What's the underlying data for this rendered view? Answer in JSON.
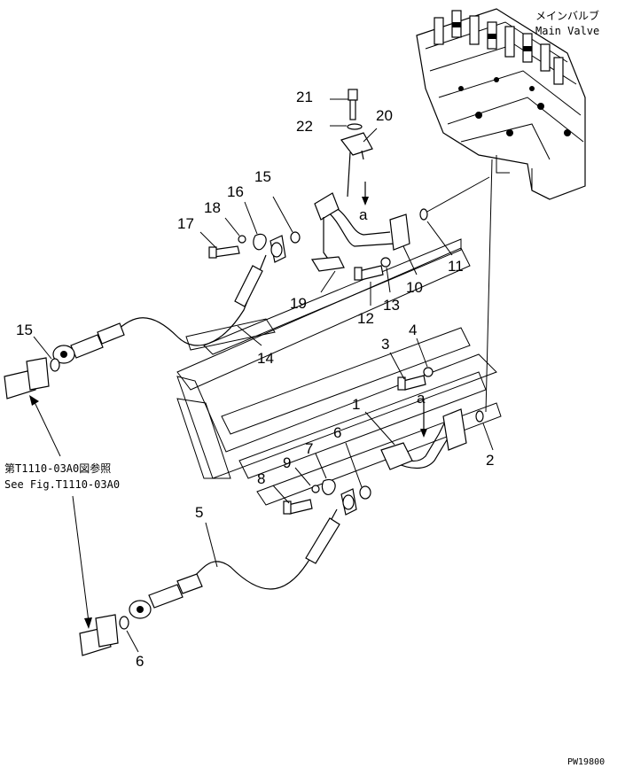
{
  "valve_label": {
    "jp": "メインバルブ",
    "en": "Main Valve"
  },
  "reference_note": {
    "jp": "第T1110-03A0図参照",
    "en": "See Fig.T1110-03A0"
  },
  "callouts": {
    "p1": "1",
    "p2": "2",
    "p3": "3",
    "p4": "4",
    "p5": "5",
    "p6a": "6",
    "p6b": "6",
    "p7": "7",
    "p8": "8",
    "p9": "9",
    "p10": "10",
    "p11": "11",
    "p12": "12",
    "p13": "13",
    "p14": "14",
    "p15a": "15",
    "p15b": "15",
    "p16": "16",
    "p17": "17",
    "p18": "18",
    "p19": "19",
    "p20": "20",
    "p21": "21",
    "p22": "22"
  },
  "ref_marks": {
    "a1": "a",
    "a2": "a"
  },
  "drawing_id": "PW19800"
}
